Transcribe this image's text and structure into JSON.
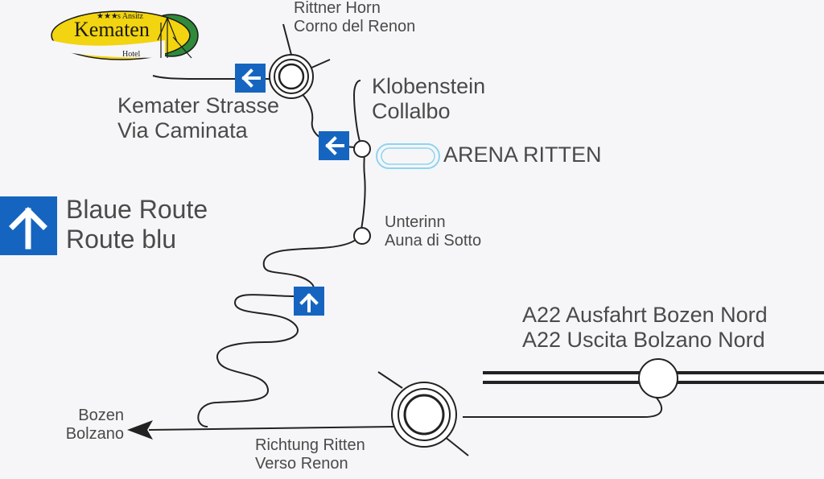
{
  "logo": {
    "stars": "★★★",
    "prefix": "s Ansitz",
    "name": "Kematen",
    "type": "Hotel",
    "colors": {
      "yellow": "#f2d410",
      "green": "#2f8a3a",
      "ink": "#1a1a1a"
    }
  },
  "labels": {
    "rittner_horn": [
      "Rittner Horn",
      "Corno del Renon"
    ],
    "kemater_strasse": [
      "Kemater Strasse",
      "Via Caminata"
    ],
    "klobenstein": [
      "Klobenstein",
      "Collalbo"
    ],
    "arena": "ARENA RITTEN",
    "unterinn": [
      "Unterinn",
      "Auna di Sotto"
    ],
    "autobahn_exit": [
      "A22 Ausfahrt Bozen Nord",
      "A22 Uscita Bolzano Nord"
    ],
    "bozen": [
      "Bozen",
      "Bolzano"
    ],
    "richtung_ritten": [
      "Richtung Ritten",
      "Verso Renon"
    ]
  },
  "legend": {
    "route_name": [
      "Blaue Route",
      "Route blu"
    ],
    "icon": "arrow-up-icon"
  },
  "signs": [
    {
      "icon": "arrow-left-icon"
    },
    {
      "icon": "arrow-left-icon"
    },
    {
      "icon": "arrow-up-icon"
    }
  ],
  "colors": {
    "road": "#1e1e1e",
    "road_outline": "#ffffff",
    "sign_blue": "#1565c0",
    "arena_blue": "#8fd4f0",
    "text": "#4a4a4a",
    "background": "#f6f6f8"
  }
}
